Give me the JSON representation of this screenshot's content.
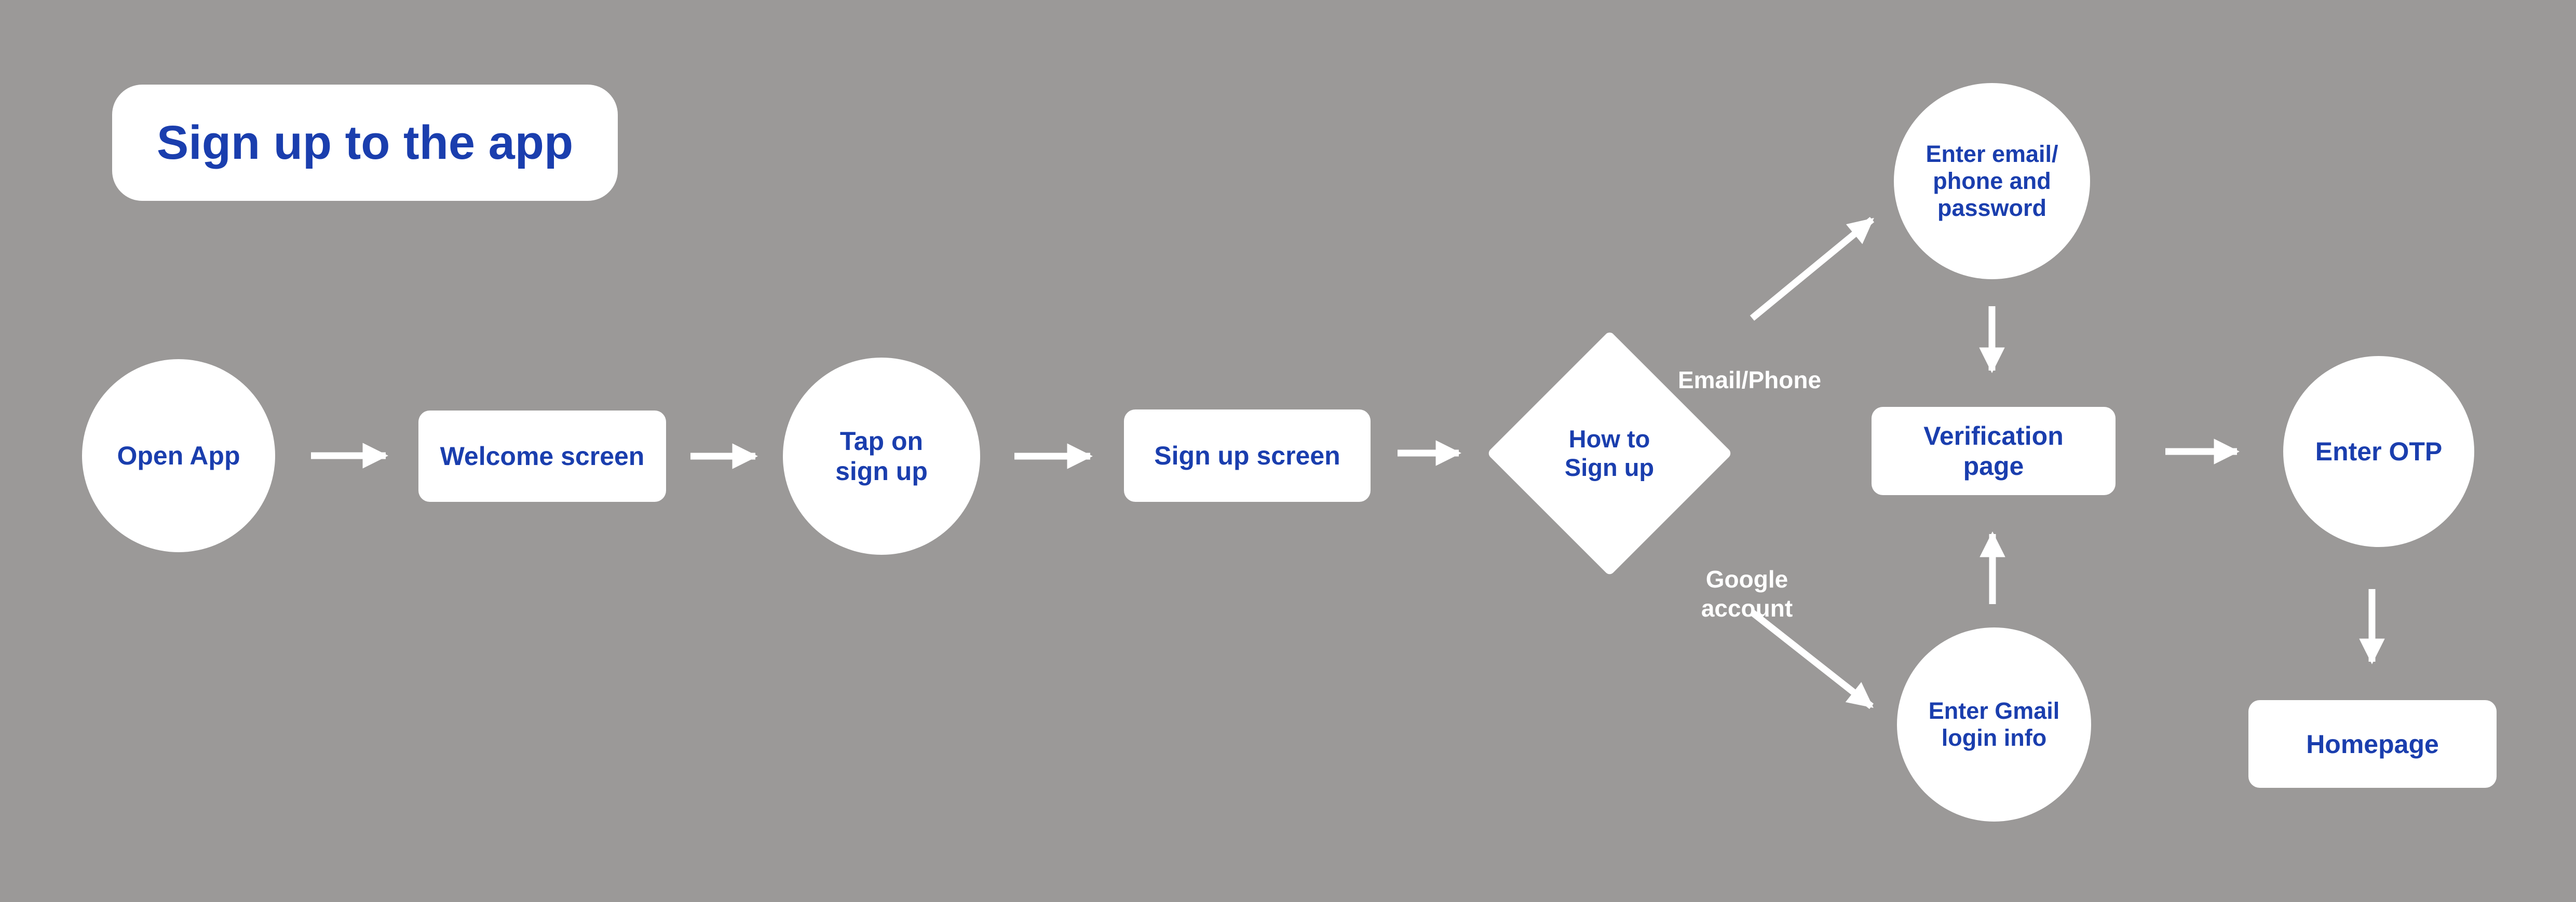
{
  "colors": {
    "background": "#9b9998",
    "accent_blue": "#1a3eae",
    "shape_fill": "#ffffff",
    "arrow_color": "#ffffff"
  },
  "title": {
    "text": "Sign up to the app"
  },
  "nodes": [
    {
      "id": "open-app",
      "shape": "circle",
      "label": "Open App"
    },
    {
      "id": "welcome-screen",
      "shape": "rect",
      "label": "Welcome screen"
    },
    {
      "id": "tap-on-sign-up",
      "shape": "circle",
      "label": "Tap on\nsign up"
    },
    {
      "id": "sign-up-screen",
      "shape": "rect",
      "label": "Sign up screen"
    },
    {
      "id": "how-to-sign-up",
      "shape": "diamond",
      "label": "How to\nSign up"
    },
    {
      "id": "enter-email",
      "shape": "circle",
      "label": "Enter email/\nphone and\npassword"
    },
    {
      "id": "verification",
      "shape": "rect",
      "label": "Verification\npage"
    },
    {
      "id": "enter-gmail",
      "shape": "circle",
      "label": "Enter Gmail\nlogin info"
    },
    {
      "id": "enter-otp",
      "shape": "circle",
      "label": "Enter OTP"
    },
    {
      "id": "homepage",
      "shape": "rect",
      "label": "Homepage"
    }
  ],
  "edge_labels": [
    {
      "text": "Email/Phone"
    },
    {
      "text": "Google\naccount"
    }
  ],
  "edges": [
    {
      "from": "open-app",
      "to": "welcome-screen"
    },
    {
      "from": "welcome-screen",
      "to": "tap-on-sign-up"
    },
    {
      "from": "tap-on-sign-up",
      "to": "sign-up-screen"
    },
    {
      "from": "sign-up-screen",
      "to": "how-to-sign-up"
    },
    {
      "from": "how-to-sign-up",
      "to": "enter-email",
      "label": "Email/Phone"
    },
    {
      "from": "how-to-sign-up",
      "to": "enter-gmail",
      "label": "Google account"
    },
    {
      "from": "enter-email",
      "to": "verification"
    },
    {
      "from": "enter-gmail",
      "to": "verification"
    },
    {
      "from": "verification",
      "to": "enter-otp"
    },
    {
      "from": "enter-otp",
      "to": "homepage"
    }
  ]
}
